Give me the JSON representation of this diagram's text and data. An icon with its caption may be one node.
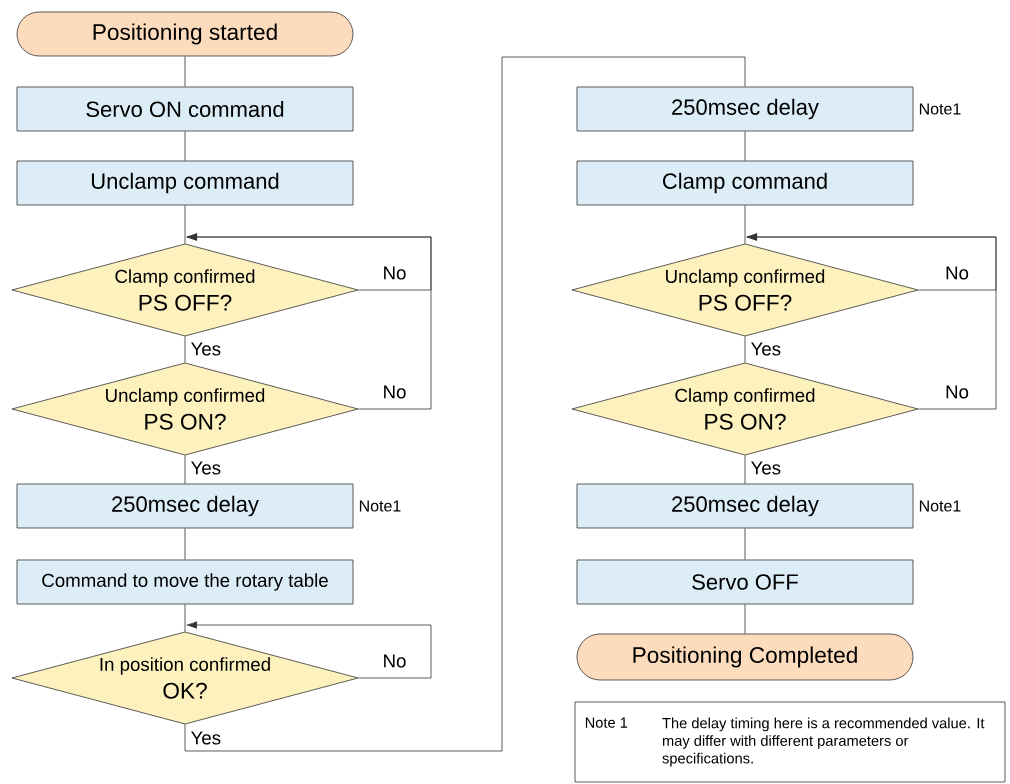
{
  "diagram": {
    "nodes": [
      {
        "text": [
          "Positioning started"
        ]
      },
      {
        "text": [
          "Servo ON command"
        ]
      },
      {
        "text": [
          "Unclamp command"
        ]
      },
      {
        "text": [
          "Clamp confirmed",
          "PS OFF?"
        ]
      },
      {
        "text": [
          "Unclamp confirmed",
          "PS ON?"
        ]
      },
      {
        "text": [
          "250msec delay"
        ],
        "beside": [
          "Note1"
        ]
      },
      {
        "text": [
          "Command to move the rotary table"
        ]
      },
      {
        "text": [
          "In position confirmed",
          "OK?"
        ]
      },
      {
        "text": [
          "250msec delay"
        ],
        "beside": [
          "Note1"
        ]
      },
      {
        "text": [
          "Clamp command"
        ]
      },
      {
        "text": [
          "Unclamp confirmed",
          "PS OFF?"
        ]
      },
      {
        "text": [
          "Clamp confirmed",
          "PS ON?"
        ]
      },
      {
        "text": [
          "250msec delay"
        ],
        "beside": [
          "Note1"
        ]
      },
      {
        "text": [
          "Servo OFF"
        ]
      },
      {
        "text": [
          "Positioning Completed"
        ]
      },
      {
        "text": [
          "Note 1",
          "The delay timing here is a recommended value.  It may differ with different parameters or specifications."
        ]
      }
    ],
    "edges": [
      {
        "from": 0,
        "to": 1,
        "arrow": "none"
      },
      {
        "from": 1,
        "to": 2,
        "arrow": "none"
      },
      {
        "from": 2,
        "to": 3,
        "arrow": "none"
      },
      {
        "from": 3,
        "to": 3,
        "arrow": "to",
        "label": "No"
      },
      {
        "from": 3,
        "to": 4,
        "arrow": "none",
        "label": "Yes"
      },
      {
        "from": 4,
        "to": 3,
        "arrow": "to",
        "label": "No"
      },
      {
        "from": 4,
        "to": 5,
        "arrow": "none",
        "label": "Yes"
      },
      {
        "from": 5,
        "to": 6,
        "arrow": "none"
      },
      {
        "from": 6,
        "to": 7,
        "arrow": "none"
      },
      {
        "from": 7,
        "to": 7,
        "arrow": "to",
        "label": "No"
      },
      {
        "from": 7,
        "to": 8,
        "arrow": "none",
        "label": "Yes"
      },
      {
        "from": 8,
        "to": 9,
        "arrow": "none"
      },
      {
        "from": 9,
        "to": 10,
        "arrow": "none"
      },
      {
        "from": 10,
        "to": 10,
        "arrow": "to",
        "label": "No"
      },
      {
        "from": 10,
        "to": 11,
        "arrow": "none",
        "label": "Yes"
      },
      {
        "from": 11,
        "to": 10,
        "arrow": "to",
        "label": "No"
      },
      {
        "from": 11,
        "to": 12,
        "arrow": "none",
        "label": "Yes"
      },
      {
        "from": 12,
        "to": 13,
        "arrow": "none"
      },
      {
        "from": 13,
        "to": 14,
        "arrow": "none"
      }
    ]
  }
}
